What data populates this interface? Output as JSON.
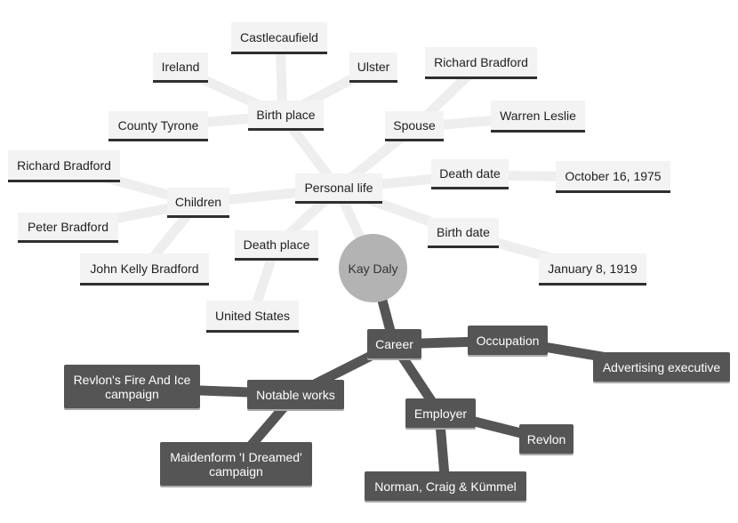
{
  "diagram": {
    "center": "Kay Daly",
    "personal": {
      "label": "Personal life",
      "birth_place": {
        "label": "Birth place",
        "items": [
          "Castlecaufield",
          "Ulster",
          "Ireland",
          "County Tyrone"
        ]
      },
      "spouse": {
        "label": "Spouse",
        "items": [
          "Richard Bradford",
          "Warren Leslie"
        ]
      },
      "children": {
        "label": "Children",
        "items": [
          "Richard Bradford",
          "Peter Bradford",
          "John Kelly Bradford"
        ]
      },
      "death_date": {
        "label": "Death date",
        "value": "October 16, 1975"
      },
      "birth_date": {
        "label": "Birth date",
        "value": "January 8, 1919"
      },
      "death_place": {
        "label": "Death place",
        "value": "United States"
      }
    },
    "career": {
      "label": "Career",
      "occupation": {
        "label": "Occupation",
        "value": "Advertising executive"
      },
      "employer": {
        "label": "Employer",
        "items": [
          "Revlon",
          "Norman, Craig & Kümmel"
        ]
      },
      "notable_works": {
        "label": "Notable works",
        "items": [
          "Revlon's Fire And Ice campaign",
          "Maidenform 'I Dreamed' campaign"
        ]
      }
    }
  },
  "colors": {
    "light_edge": "#eeeeee",
    "dark_edge": "#555555",
    "light_node": "#f3f3f3",
    "dark_node": "#555555",
    "center_node": "#b3b3b3"
  }
}
